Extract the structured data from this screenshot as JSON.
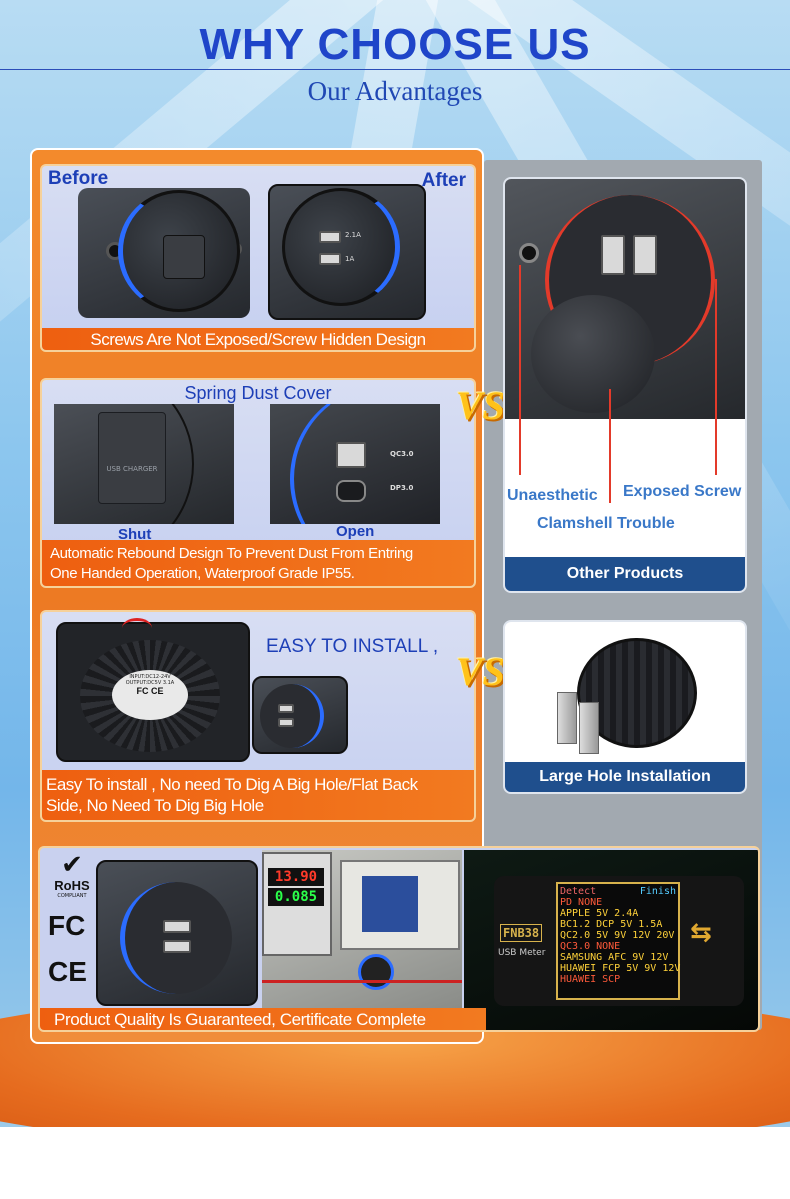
{
  "header": {
    "title": "WHY CHOOSE US",
    "subtitle": "Our Advantages"
  },
  "section1": {
    "before_label": "Before",
    "after_label": "After",
    "port_labels": [
      "2.1A",
      "1A"
    ],
    "caption": "Screws Are Not Exposed/Screw Hidden Design"
  },
  "section2": {
    "heading": "Spring Dust Cover",
    "cover_text": "USB CHARGER",
    "port_labels": [
      "QC3.0",
      "DP3.0"
    ],
    "shut_label": "Shut",
    "open_label": "Open",
    "caption_line1": "Automatic Rebound Design To Prevent Dust From Entring",
    "caption_line2": "One Handed Operation, Waterproof  Grade IP55."
  },
  "section3": {
    "heading": "EASY TO INSTALL ,",
    "back_label_line1": "INPUT:DC12-24V",
    "back_label_line2": "OUTPUT:DC5V 3.1A",
    "back_label_marks": "FC CE",
    "caption_line1": "Easy To install , No need To Dig A Big Hole/Flat Back",
    "caption_line2": "Side, No Need To Dig Big Hole"
  },
  "section4": {
    "certs": [
      "RoHS",
      "FC",
      "CE"
    ],
    "rohs_sub": "COMPLIANT",
    "psu_reading_1": "13.90",
    "psu_reading_2": "0.085",
    "meter_brand": "FNB38",
    "meter_sub": "USB Meter",
    "meter_header": "Detect",
    "meter_header_right": "Finish",
    "meter_lines": [
      "PD NONE",
      "APPLE 5V 2.4A",
      "BC1.2 DCP 5V 1.5A",
      "QC2.0 5V 9V 12V 20V",
      "QC3.0 NONE",
      "SAMSUNG AFC 9V 12V",
      "HUAWEI FCP 5V 9V 12V",
      "HUAWEI SCP"
    ],
    "caption": "Product  Quality Is Guaranteed, Certificate Complete"
  },
  "vs_text": "VS",
  "other_products": {
    "callout_1": "Unaesthetic",
    "callout_2": "Exposed Screw",
    "callout_3": "Clamshell Trouble",
    "footer": "Other Products"
  },
  "large_hole": {
    "footer": "Large Hole Installation"
  },
  "colors": {
    "title_blue": "#1f45c9",
    "panel_orange": "#ed7a23",
    "navy": "#1f4f8d",
    "led_blue": "#2b6cff",
    "led_red": "#e33a2a"
  }
}
